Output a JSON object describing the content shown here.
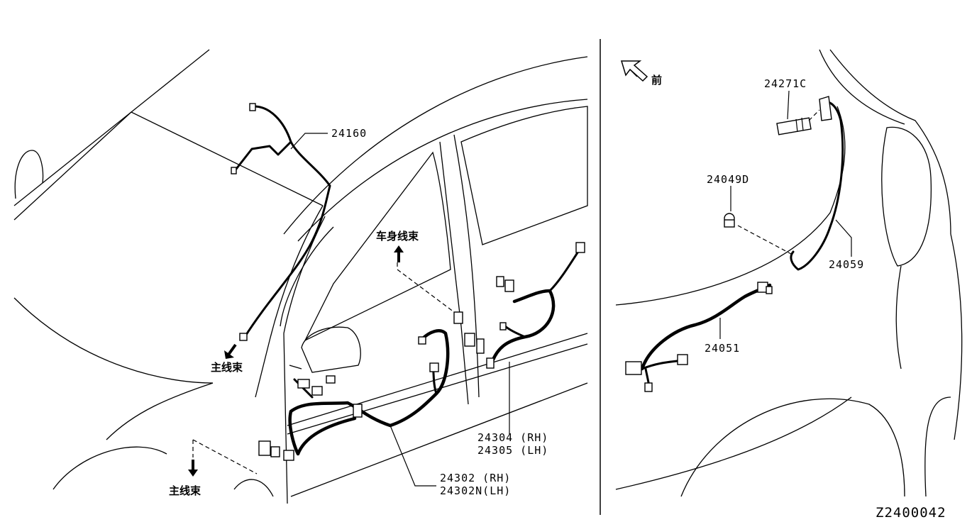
{
  "parts": {
    "p24160": "24160",
    "p24304": "24304 (RH)",
    "p24305": "24305 (LH)",
    "p24302": "24302 (RH)",
    "p24302n": "24302N(LH)",
    "p24271c": "24271C",
    "p24049d": "24049D",
    "p24059": "24059",
    "p24051": "24051"
  },
  "notes": {
    "main_harness_1": "主线束",
    "main_harness_2": "主线束",
    "body_harness": "车身线束",
    "front": "前"
  },
  "reference_code": "Z2400042",
  "icons": {
    "front_arrow": "front-direction-arrow-icon",
    "down_arrow": "down-arrow-icon",
    "up_arrow": "up-arrow-icon"
  }
}
